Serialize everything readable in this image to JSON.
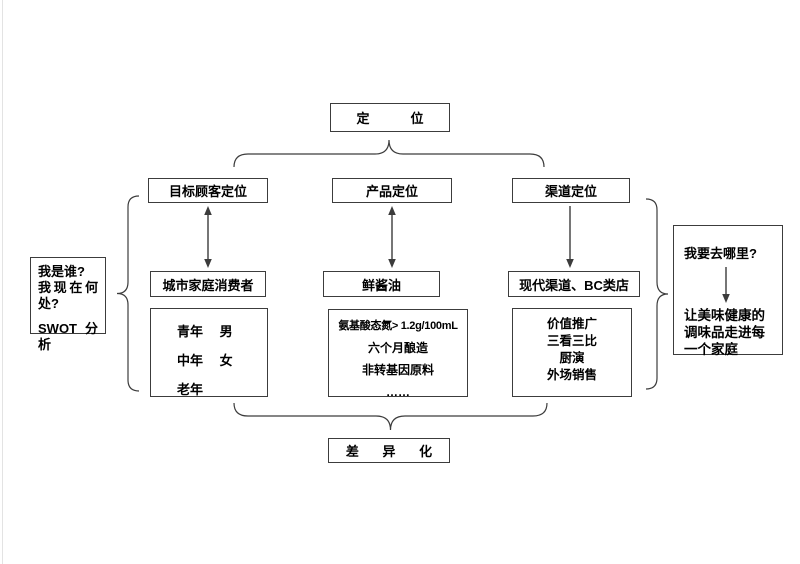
{
  "diagram": {
    "top_box_label": "定　位",
    "bottom_box_label": "差 异 化",
    "columns": [
      {
        "header": "目标顾客定位",
        "target": "城市家庭消费者",
        "details": [
          "青年　 男",
          "中年　 女",
          "老年"
        ]
      },
      {
        "header": "产品定位",
        "target": "鲜酱油",
        "details": [
          "氨基酸态氮> 1.2g/100mL",
          "六个月酿造",
          "非转基因原料",
          "……"
        ]
      },
      {
        "header": "渠道定位",
        "target": "现代渠道、BC类店",
        "details": [
          "价值推广",
          "三看三比",
          "厨演",
          "外场销售"
        ]
      }
    ],
    "left_note": {
      "line1": "我是谁?",
      "line2": "我现在何处?",
      "line3": "SWOT 分析"
    },
    "right_note": {
      "question": "我要去哪里?",
      "answer": "让美味健康的调味品走进每一个家庭"
    }
  },
  "colors": {
    "background": "#ffffff",
    "line": "#3c3c3c",
    "text": "#000000"
  }
}
